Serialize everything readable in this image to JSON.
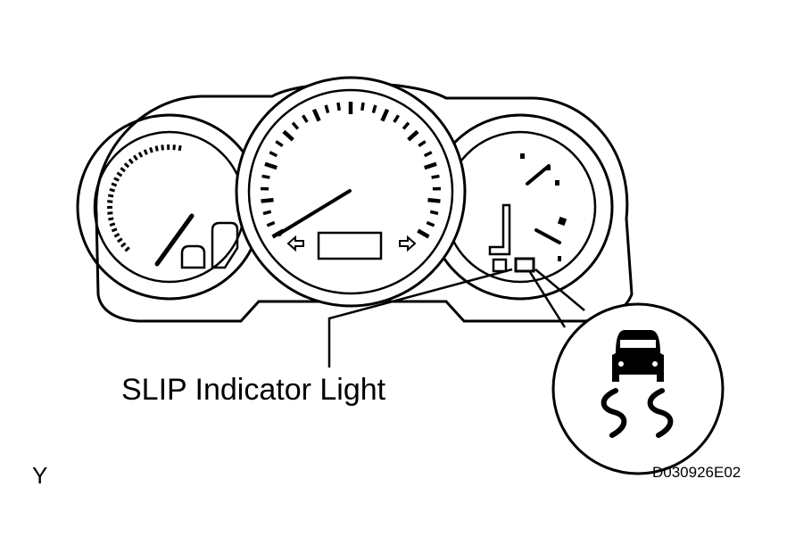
{
  "callout_label": "SLIP Indicator Light",
  "corner_mark": "Y",
  "figure_code": "D030926E02",
  "icon": "skid-car-icon"
}
